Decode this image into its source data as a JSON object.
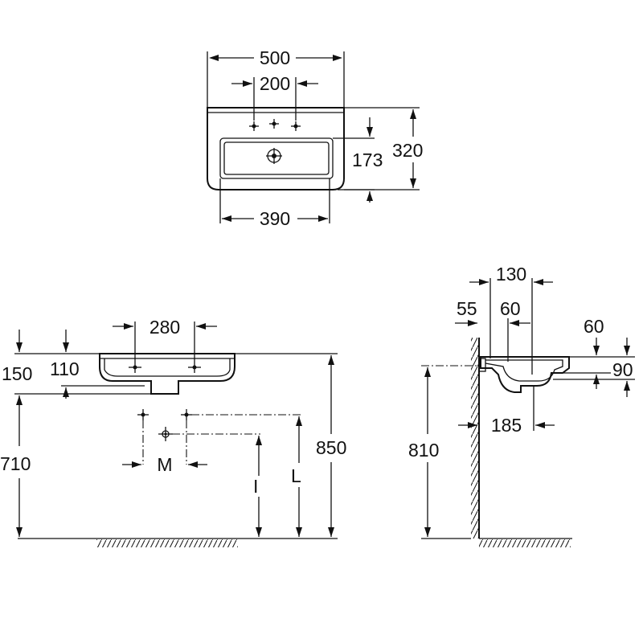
{
  "top_view": {
    "width": "500",
    "tap_spacing": "200",
    "depth": "320",
    "bowl_depth": "173",
    "bowl_width": "390"
  },
  "front_view": {
    "bracket_spacing": "280",
    "height_150": "150",
    "height_110": "110",
    "floor_to_bracket": "710",
    "rim_height": "850",
    "m_label": "M",
    "l_label": "L",
    "i_label": "I"
  },
  "side_view": {
    "projection": "130",
    "wall_offset": "55",
    "waste_offset": "60",
    "rim_drop": "60",
    "rim_thickness": "90",
    "waste_projection": "185",
    "floor_to_waste": "810"
  },
  "colors": {
    "line": "#111111",
    "background": "#ffffff"
  }
}
